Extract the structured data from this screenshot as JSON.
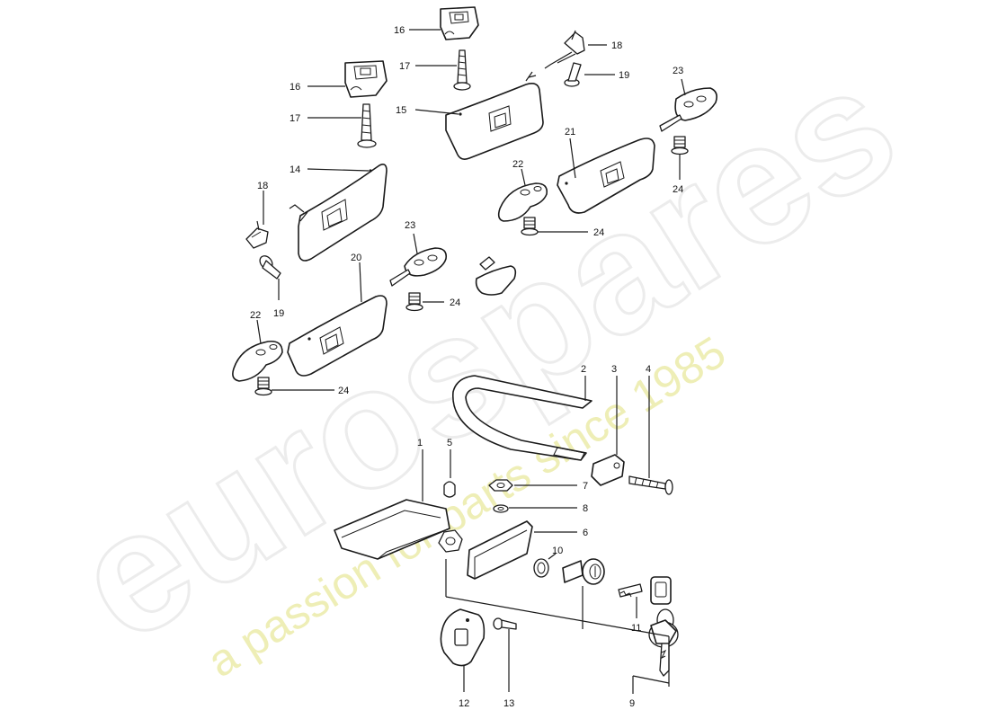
{
  "watermark": {
    "brand": "eurospares",
    "tagline": "a passion for parts since 1985",
    "brand_color": "#ececec",
    "tagline_color": "#eeeeb6"
  },
  "callouts": {
    "c1": "1",
    "c2": "2",
    "c3": "3",
    "c4": "4",
    "c5": "5",
    "c6": "6",
    "c7": "7",
    "c8": "8",
    "c9": "9",
    "c10": "10",
    "c11": "11",
    "c12": "12",
    "c13": "13",
    "c14": "14",
    "c15": "15",
    "c16a": "16",
    "c16b": "16",
    "c17a": "17",
    "c17b": "17",
    "c18a": "18",
    "c18b": "18",
    "c19a": "19",
    "c19b": "19",
    "c20": "20",
    "c21": "21",
    "c22a": "22",
    "c22b": "22",
    "c23a": "23",
    "c23b": "23",
    "c24a": "24",
    "c24b": "24",
    "c24c": "24",
    "c24d": "24"
  },
  "colors": {
    "line": "#1a1a1a",
    "background": "#ffffff"
  }
}
